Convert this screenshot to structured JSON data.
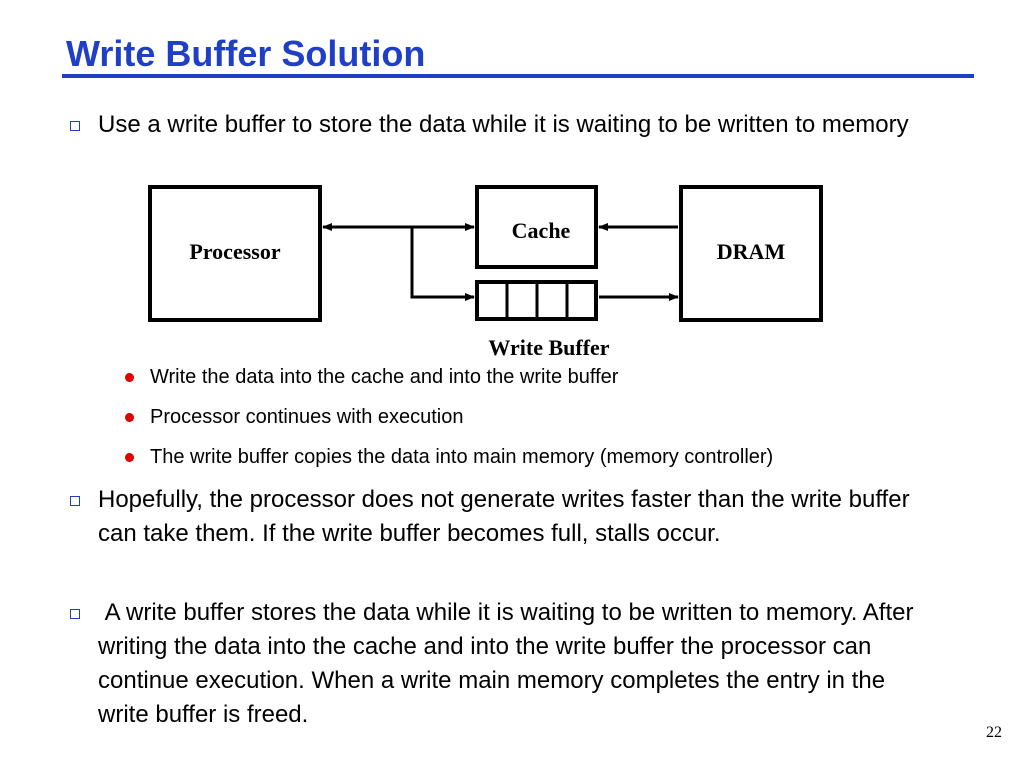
{
  "slide": {
    "title": "Write Buffer Solution",
    "page_number": "22"
  },
  "bullets": [
    {
      "text": "Use a write buffer to store the data while it is waiting to be written to memory"
    },
    {
      "text": "Hopefully, the processor does not generate writes faster than the write buffer can take them. If the write buffer becomes full, stalls occur."
    },
    {
      "text": " A write buffer stores the data while it is waiting to be written to memory. After writing the data into the cache and into the write buffer the processor can continue execution. When a write main memory completes the entry in the write buffer is freed."
    }
  ],
  "sub_bullets": [
    {
      "text": "Write the data into the cache and into the write buffer"
    },
    {
      "text": "Processor continues with execution"
    },
    {
      "text": "The write buffer copies the data into main memory (memory controller)"
    }
  ],
  "diagram": {
    "processor": "Processor",
    "cache": "Cache",
    "dram": "DRAM",
    "write_buffer": "Write Buffer",
    "write_buffer_slots": 4
  },
  "colors": {
    "title": "#1f3fc7",
    "sub_bullet_dot": "#e00000",
    "bullet_square": "#1f3fc7"
  }
}
